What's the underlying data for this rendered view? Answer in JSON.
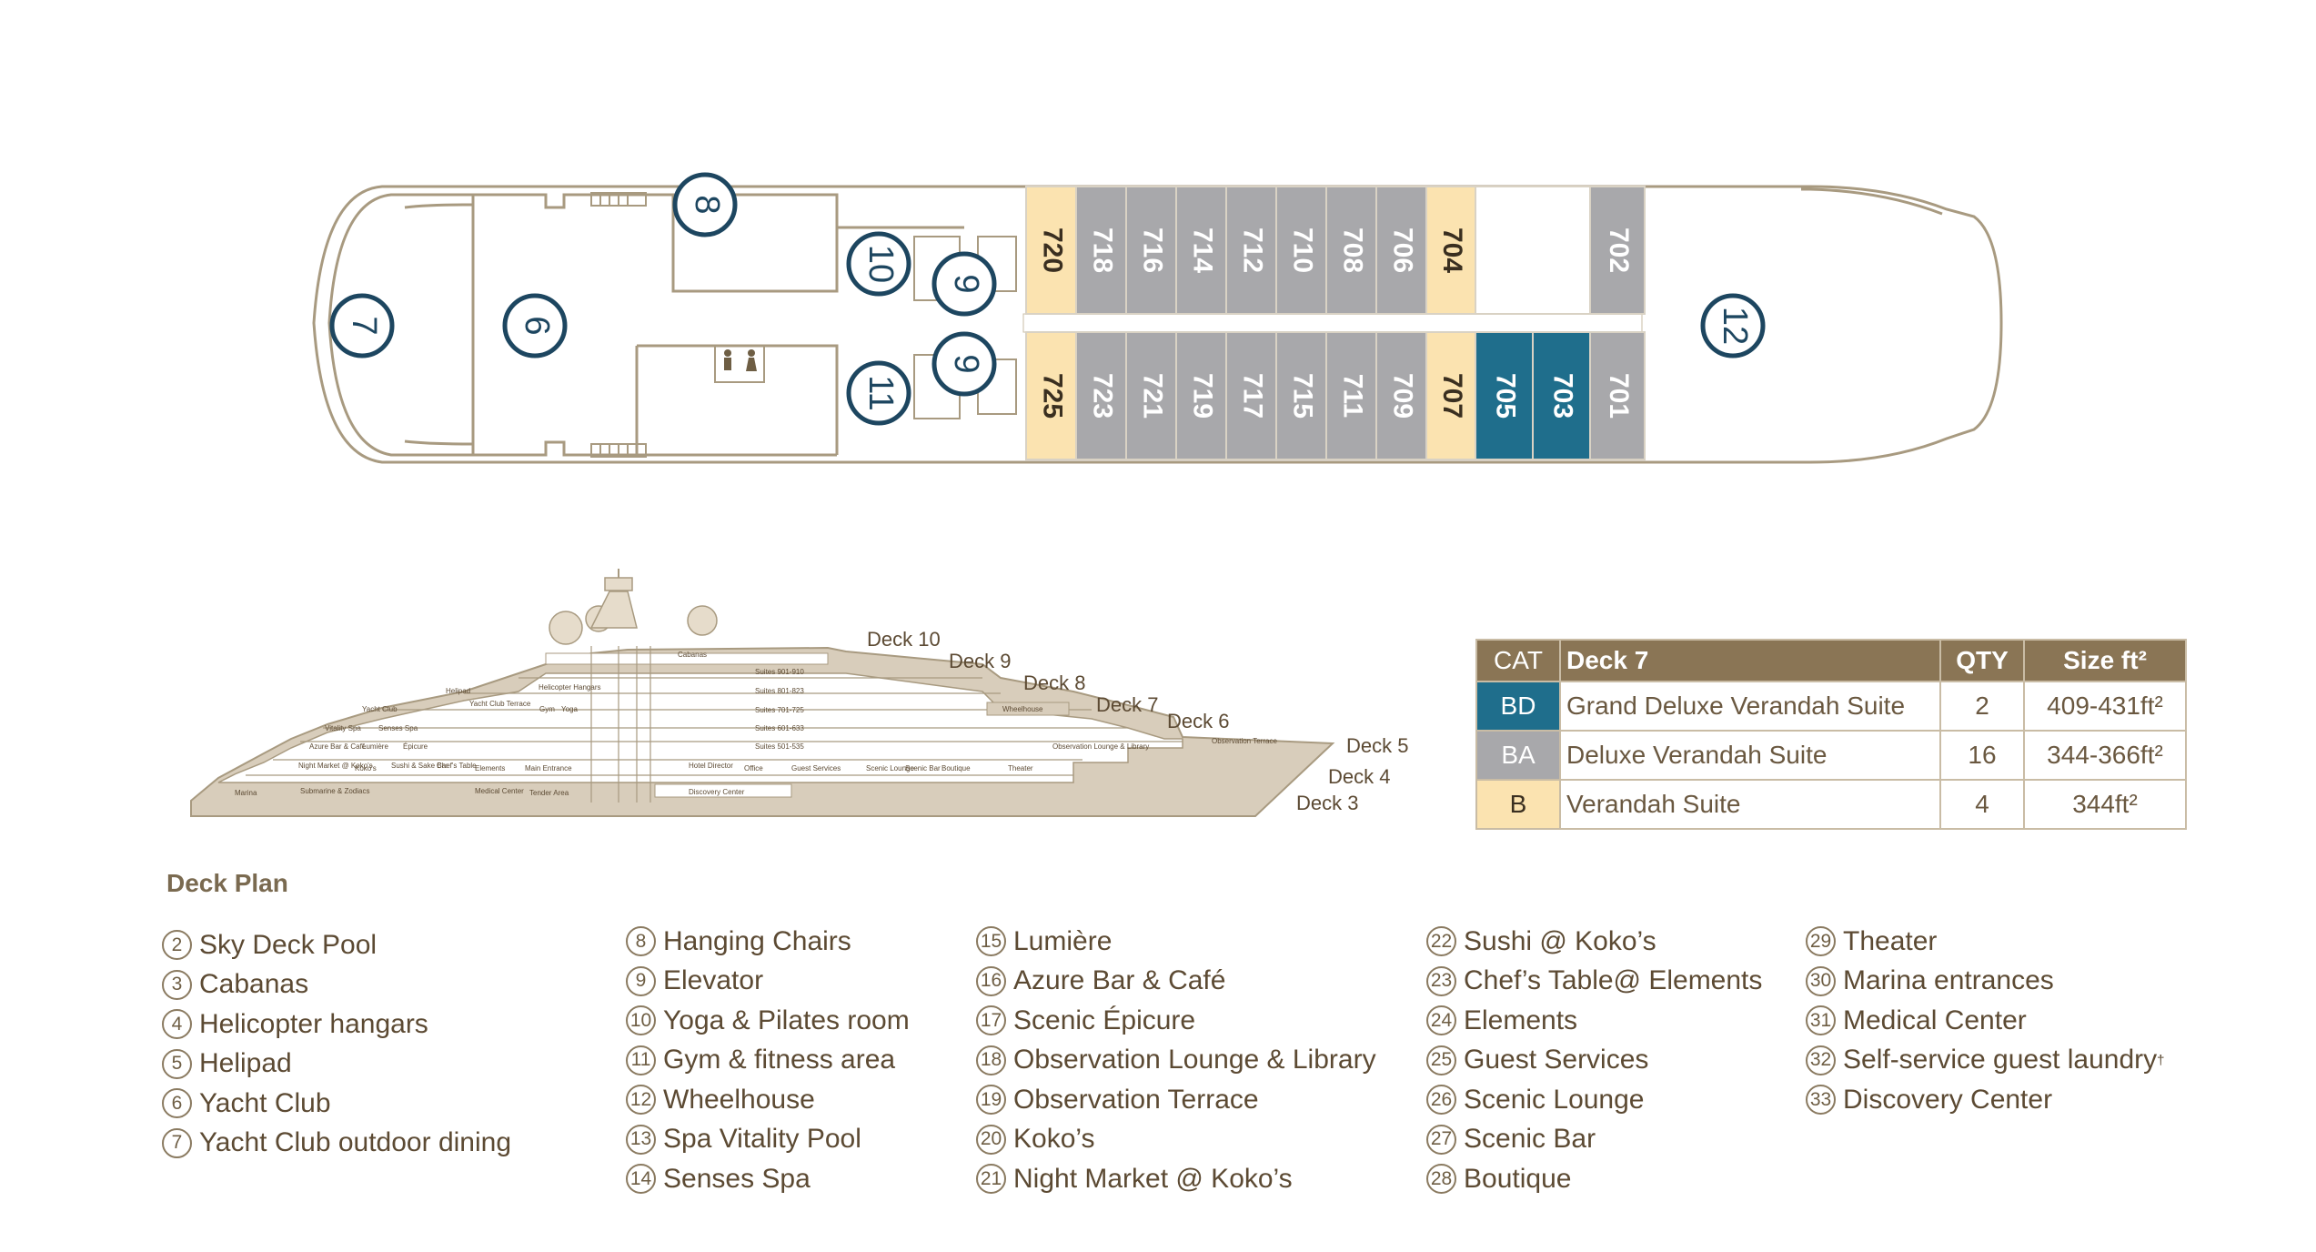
{
  "cabins_top": [
    "720",
    "718",
    "716",
    "714",
    "712",
    "710",
    "708",
    "706",
    "704",
    "702"
  ],
  "cabins_bottom": [
    "725",
    "723",
    "721",
    "719",
    "717",
    "715",
    "711",
    "709",
    "707",
    "705",
    "703",
    "701"
  ],
  "markers": [
    "7",
    "6",
    "8",
    "10",
    "9",
    "9",
    "11",
    "12"
  ],
  "icon_labels": [
    "restroom-icon",
    "elevator-icon",
    "stairs-icon"
  ],
  "profile": {
    "deck_labels": [
      "Deck 10",
      "Deck 9",
      "Deck 8",
      "Deck 7",
      "Deck 6",
      "Deck 5",
      "Deck 4",
      "Deck 3"
    ],
    "rooms": {
      "cabanas": "Cabanas",
      "helipad": "Helipad",
      "helicopter": "Helicopter Hangars",
      "suites9": "Suites 901-910",
      "suites8": "Suites 801-823",
      "suites7": "Suites 701-725",
      "suites6": "Suites 601-633",
      "suites5": "Suites 501-535",
      "yacht_club": "Yacht Club",
      "yacht_terrace": "Yacht Club Terrace",
      "gym": "Gym",
      "yoga": "Yoga",
      "vitality": "Vitality Spa",
      "senses": "Senses Spa",
      "wheelhouse": "Wheelhouse",
      "azure": "Azure Bar & Café",
      "lumiere": "Lumière",
      "epicure": "Épicure",
      "obs_lounge": "Observation Lounge & Library",
      "obs_terrace": "Observation Terrace",
      "night_market": "Night Market @ Koko's",
      "kokos": "Koko's",
      "sushi": "Sushi & Sake Bar",
      "chefs": "Chef's Table",
      "elements": "Elements",
      "main_entrance": "Main Entrance",
      "hotel_director": "Hotel Director",
      "office": "Office",
      "guest_services": "Guest Services",
      "scenic_lounge": "Scenic Lounge",
      "scenic_bar": "Scenic Bar",
      "boutique": "Boutique",
      "theater": "Theater",
      "marina": "Marina",
      "submarine": "Submarine & Zodiacs",
      "medical": "Medical Center",
      "tender": "Tender Area",
      "discovery": "Discovery Center",
      "deck_nums": [
        "10",
        "9",
        "8",
        "7",
        "6",
        "5",
        "4",
        "3"
      ]
    }
  },
  "table": {
    "headers": [
      "CAT",
      "Deck 7",
      "QTY",
      "Size ft²"
    ],
    "rows": [
      {
        "cat": "BD",
        "name": "Grand Deluxe Verandah Suite",
        "qty": "2",
        "size": "409-431ft²",
        "color": "#1f6e8c"
      },
      {
        "cat": "BA",
        "name": "Deluxe Verandah Suite",
        "qty": "16",
        "size": "344-366ft²",
        "color": "#a8a8ab"
      },
      {
        "cat": "B",
        "name": "Verandah Suite",
        "qty": "4",
        "size": "344ft²",
        "color": "#fbe3b0"
      }
    ]
  },
  "legend": {
    "title": "Deck Plan",
    "col1": [
      {
        "n": "2",
        "t": "Sky Deck Pool"
      },
      {
        "n": "3",
        "t": "Cabanas"
      },
      {
        "n": "4",
        "t": "Helicopter hangars"
      },
      {
        "n": "5",
        "t": "Helipad"
      },
      {
        "n": "6",
        "t": "Yacht Club"
      },
      {
        "n": "7",
        "t": "Yacht Club outdoor dining"
      }
    ],
    "col2": [
      {
        "n": "8",
        "t": "Hanging Chairs"
      },
      {
        "n": "9",
        "t": "Elevator"
      },
      {
        "n": "10",
        "t": "Yoga & Pilates room"
      },
      {
        "n": "11",
        "t": "Gym & fitness area"
      },
      {
        "n": "12",
        "t": "Wheelhouse"
      },
      {
        "n": "13",
        "t": "Spa Vitality Pool"
      },
      {
        "n": "14",
        "t": "Senses Spa"
      }
    ],
    "col3": [
      {
        "n": "15",
        "t": "Lumière"
      },
      {
        "n": "16",
        "t": "Azure Bar & Café"
      },
      {
        "n": "17",
        "t": "Scenic Épicure"
      },
      {
        "n": "18",
        "t": "Observation Lounge & Library"
      },
      {
        "n": "19",
        "t": "Observation Terrace"
      },
      {
        "n": "20",
        "t": "Koko’s"
      },
      {
        "n": "21",
        "t": "Night Market @ Koko’s"
      }
    ],
    "col4": [
      {
        "n": "22",
        "t": "Sushi @ Koko’s"
      },
      {
        "n": "23",
        "t": "Chef’s Table@ Elements"
      },
      {
        "n": "24",
        "t": "Elements"
      },
      {
        "n": "25",
        "t": "Guest Services"
      },
      {
        "n": "26",
        "t": "Scenic Lounge"
      },
      {
        "n": "27",
        "t": "Scenic Bar"
      },
      {
        "n": "28",
        "t": "Boutique"
      }
    ],
    "col5": [
      {
        "n": "29",
        "t": "Theater"
      },
      {
        "n": "30",
        "t": "Marina entrances"
      },
      {
        "n": "31",
        "t": "Medical Center"
      },
      {
        "n": "32",
        "t": "Self-service guest laundry",
        "sup": "†"
      },
      {
        "n": "33",
        "t": "Discovery Center"
      }
    ]
  }
}
